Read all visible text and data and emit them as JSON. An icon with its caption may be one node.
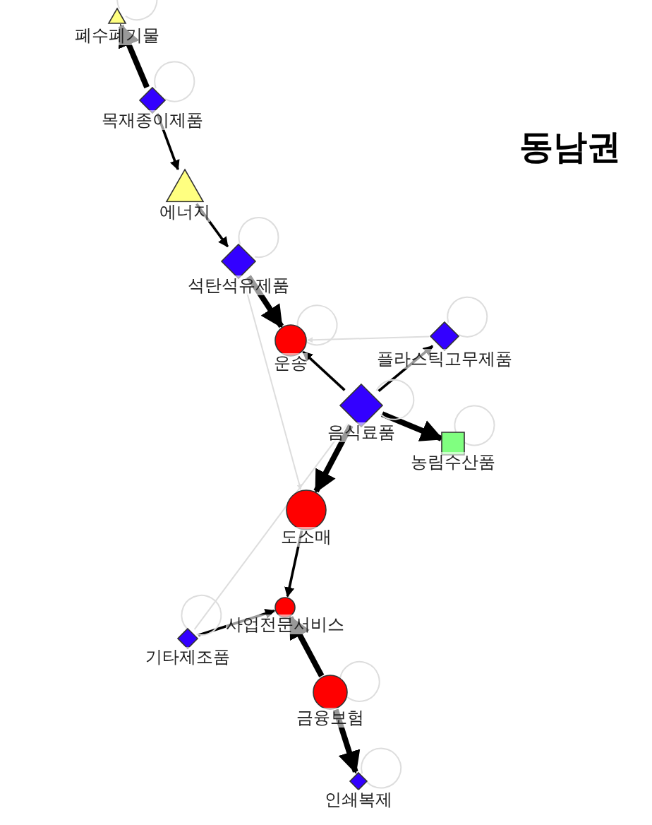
{
  "diagram": {
    "title": "동남권",
    "nodes": [
      {
        "text": [
          "폐수폐기물"
        ]
      },
      {
        "text": [
          "목재종이제품"
        ]
      },
      {
        "text": [
          "에너지"
        ]
      },
      {
        "text": [
          "석탄석유제품"
        ]
      },
      {
        "text": [
          "운송"
        ]
      },
      {
        "text": [
          "플라스틱고무제품"
        ]
      },
      {
        "text": [
          "음식료품"
        ]
      },
      {
        "text": [
          "농림수산품"
        ]
      },
      {
        "text": [
          "도소매"
        ]
      },
      {
        "text": [
          "사업전문서비스"
        ]
      },
      {
        "text": [
          "기타제조품"
        ]
      },
      {
        "text": [
          "금융보험"
        ]
      },
      {
        "text": [
          "인쇄복제"
        ]
      }
    ],
    "edges": [
      {
        "from": 1,
        "to": 0,
        "arrow": "to",
        "style": "thick",
        "color": "#000000"
      },
      {
        "from": 1,
        "to": 2,
        "arrow": "to",
        "color": "#000000"
      },
      {
        "from": 2,
        "to": 3,
        "arrow": "to",
        "color": "#000000"
      },
      {
        "from": 3,
        "to": 4,
        "arrow": "to",
        "style": "thick",
        "color": "#000000"
      },
      {
        "from": 6,
        "to": 4,
        "arrow": "to",
        "color": "#000000"
      },
      {
        "from": 6,
        "to": 5,
        "arrow": "to",
        "color": "#000000"
      },
      {
        "from": 6,
        "to": 7,
        "arrow": "to",
        "style": "thick",
        "color": "#000000"
      },
      {
        "from": 6,
        "to": 8,
        "arrow": "to",
        "style": "thick",
        "color": "#000000"
      },
      {
        "from": 8,
        "to": 9,
        "arrow": "to",
        "color": "#000000"
      },
      {
        "from": 10,
        "to": 9,
        "arrow": "to",
        "color": "#000000"
      },
      {
        "from": 11,
        "to": 9,
        "arrow": "to",
        "style": "thick",
        "color": "#000000"
      },
      {
        "from": 11,
        "to": 12,
        "arrow": "to",
        "style": "thick",
        "color": "#000000"
      },
      {
        "from": 5,
        "to": 4,
        "arrow": "to"
      },
      {
        "from": 3,
        "to": 8,
        "arrow": "to"
      },
      {
        "from": 10,
        "to": 6,
        "arrow": "none"
      },
      {
        "from": 0,
        "to": 0,
        "arrow": "none"
      },
      {
        "from": 1,
        "to": 1,
        "arrow": "none"
      },
      {
        "from": 3,
        "to": 3,
        "arrow": "none"
      },
      {
        "from": 4,
        "to": 4,
        "arrow": "none"
      },
      {
        "from": 5,
        "to": 5,
        "arrow": "none"
      },
      {
        "from": 6,
        "to": 6,
        "arrow": "none"
      },
      {
        "from": 7,
        "to": 7,
        "arrow": "none"
      },
      {
        "from": 10,
        "to": 10,
        "arrow": "none"
      },
      {
        "from": 11,
        "to": 11,
        "arrow": "none"
      },
      {
        "from": 12,
        "to": 12,
        "arrow": "none"
      }
    ]
  }
}
